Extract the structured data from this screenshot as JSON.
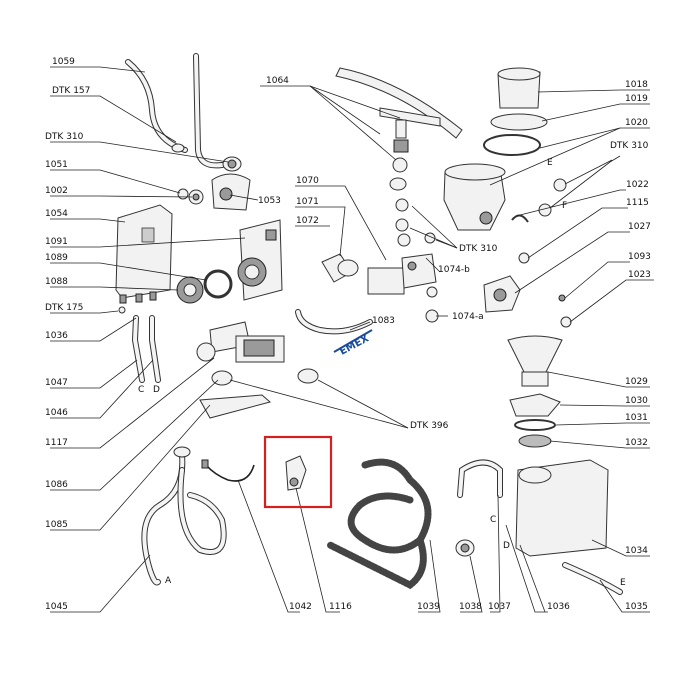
{
  "colors": {
    "highlight": "#d62020",
    "logo_blue": "#1a4c9c",
    "line": "#222222"
  },
  "callouts": [
    {
      "id": "1059",
      "text": "1059"
    },
    {
      "id": "dtk157",
      "text": "DTK 157"
    },
    {
      "id": "dtk310a",
      "text": "DTK 310"
    },
    {
      "id": "1051",
      "text": "1051"
    },
    {
      "id": "1002",
      "text": "1002"
    },
    {
      "id": "1054",
      "text": "1054"
    },
    {
      "id": "1091",
      "text": "1091"
    },
    {
      "id": "1089",
      "text": "1089"
    },
    {
      "id": "1088",
      "text": "1088"
    },
    {
      "id": "dtk175",
      "text": "DTK 175"
    },
    {
      "id": "1036a",
      "text": "1036"
    },
    {
      "id": "1047",
      "text": "1047"
    },
    {
      "id": "1046",
      "text": "1046"
    },
    {
      "id": "1117",
      "text": "1117"
    },
    {
      "id": "1086",
      "text": "1086"
    },
    {
      "id": "1085",
      "text": "1085"
    },
    {
      "id": "1045",
      "text": "1045"
    },
    {
      "id": "1042",
      "text": "1042"
    },
    {
      "id": "1116",
      "text": "1116"
    },
    {
      "id": "1039",
      "text": "1039"
    },
    {
      "id": "1038",
      "text": "1038"
    },
    {
      "id": "1037",
      "text": "1037"
    },
    {
      "id": "1036b",
      "text": "1036"
    },
    {
      "id": "1035",
      "text": "1035"
    },
    {
      "id": "1034",
      "text": "1034"
    },
    {
      "id": "1032",
      "text": "1032"
    },
    {
      "id": "1031",
      "text": "1031"
    },
    {
      "id": "1030",
      "text": "1030"
    },
    {
      "id": "1029",
      "text": "1029"
    },
    {
      "id": "1023",
      "text": "1023"
    },
    {
      "id": "1093",
      "text": "1093"
    },
    {
      "id": "1027",
      "text": "1027"
    },
    {
      "id": "1115",
      "text": "1115"
    },
    {
      "id": "1022",
      "text": "1022"
    },
    {
      "id": "dtk310b",
      "text": "DTK 310"
    },
    {
      "id": "1020",
      "text": "1020"
    },
    {
      "id": "1019",
      "text": "1019"
    },
    {
      "id": "1018",
      "text": "1018"
    },
    {
      "id": "1064",
      "text": "1064"
    },
    {
      "id": "1070",
      "text": "1070"
    },
    {
      "id": "1071",
      "text": "1071"
    },
    {
      "id": "1072",
      "text": "1072"
    },
    {
      "id": "dtk310c",
      "text": "DTK 310"
    },
    {
      "id": "1074b",
      "text": "1074-b"
    },
    {
      "id": "1074a",
      "text": "1074-a"
    },
    {
      "id": "1083",
      "text": "1083"
    },
    {
      "id": "1053",
      "text": "1053"
    },
    {
      "id": "dtk396",
      "text": "DTK 396"
    }
  ],
  "connection_letters": {
    "e1": "E",
    "f": "F",
    "c1": "C",
    "d1": "D",
    "a": "A",
    "c2": "C",
    "d2": "D",
    "e2": "E"
  },
  "watermark": "EMEX"
}
